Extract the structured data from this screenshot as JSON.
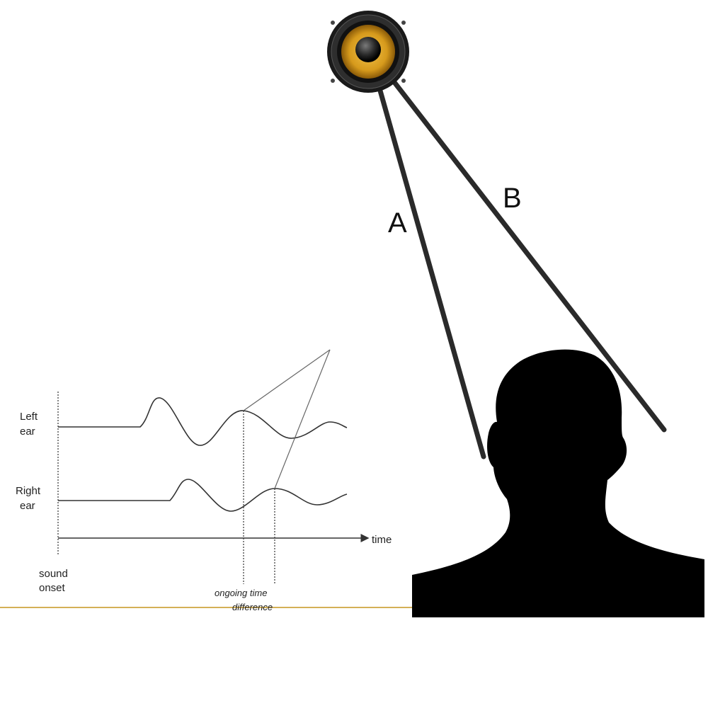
{
  "labels": {
    "path_a": "A",
    "path_b": "B",
    "left_ear_line1": "Left",
    "left_ear_line2": "ear",
    "right_ear_line1": "Right",
    "right_ear_line2": "ear",
    "time_axis": "time",
    "sound_onset_line1": "sound",
    "sound_onset_line2": "onset",
    "ongoing_line1": "ongoing time",
    "ongoing_line2": "difference"
  },
  "colors": {
    "speaker_cone": "#d69a1c",
    "speaker_frame": "#1a1a1a",
    "path_line": "#2a2a2a",
    "silhouette": "#000000",
    "baseline_rule": "#d4b056",
    "waveform": "#333333"
  },
  "icons": {
    "speaker": "speaker-icon",
    "head": "head-silhouette-icon"
  }
}
